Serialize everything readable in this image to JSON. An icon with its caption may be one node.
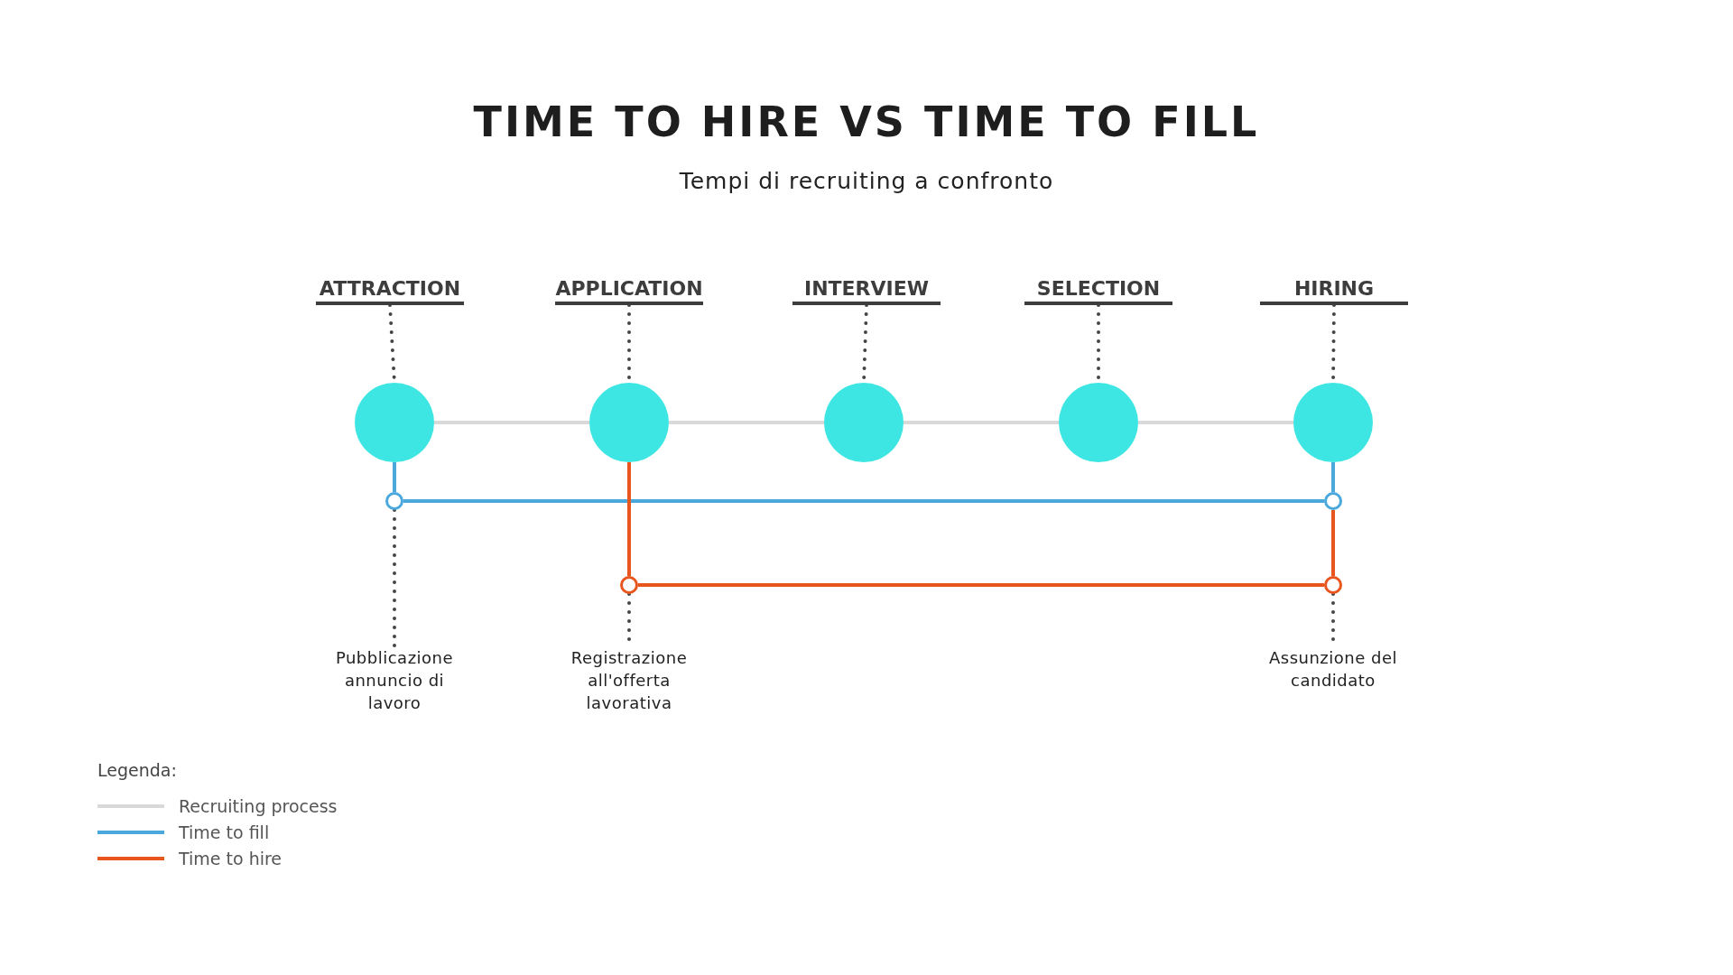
{
  "diagram": {
    "title": "TIME TO HIRE VS TIME TO FILL",
    "caption": "Tempi di recruiting a confronto",
    "nodes": [
      {
        "text": [
          "ATTRACTION"
        ]
      },
      {
        "text": [
          "APPLICATION"
        ]
      },
      {
        "text": [
          "INTERVIEW"
        ]
      },
      {
        "text": [
          "SELECTION"
        ]
      },
      {
        "text": [
          "HIRING"
        ]
      },
      {
        "text": [],
        "shape": "circle"
      },
      {
        "text": [],
        "shape": "circle"
      },
      {
        "text": [],
        "shape": "circle"
      },
      {
        "text": [],
        "shape": "circle"
      },
      {
        "text": [],
        "shape": "circle"
      },
      {
        "text": [],
        "shape": "circle"
      },
      {
        "text": [],
        "shape": "circle"
      },
      {
        "text": [],
        "shape": "circle"
      },
      {
        "text": [],
        "shape": "circle"
      },
      {
        "text": [
          "Pubblicazione annuncio di lavoro"
        ]
      },
      {
        "text": [
          "Registrazione all'offerta lavorativa"
        ]
      },
      {
        "text": [
          "Assunzione del candidato"
        ]
      }
    ],
    "edges": [
      {
        "from": 0,
        "to": 5,
        "arrow": "none",
        "style": "dashed"
      },
      {
        "from": 1,
        "to": 6,
        "arrow": "none",
        "style": "dashed"
      },
      {
        "from": 2,
        "to": 7,
        "arrow": "none",
        "style": "dashed"
      },
      {
        "from": 3,
        "to": 8,
        "arrow": "none",
        "style": "dashed"
      },
      {
        "from": 4,
        "to": 9,
        "arrow": "none",
        "style": "dashed"
      },
      {
        "from": 5,
        "to": 6,
        "arrow": "none",
        "color": "#d9d9d9"
      },
      {
        "from": 6,
        "to": 7,
        "arrow": "none",
        "color": "#d9d9d9"
      },
      {
        "from": 7,
        "to": 8,
        "arrow": "none",
        "color": "#d9d9d9"
      },
      {
        "from": 8,
        "to": 9,
        "arrow": "none",
        "color": "#d9d9d9"
      },
      {
        "from": 5,
        "to": 10,
        "arrow": "none",
        "color": "#4aa8dc"
      },
      {
        "from": 10,
        "to": 11,
        "arrow": "none",
        "color": "#4aa8dc"
      },
      {
        "from": 9,
        "to": 11,
        "arrow": "none",
        "color": "#4aa8dc"
      },
      {
        "from": 6,
        "to": 12,
        "arrow": "none",
        "color": "#e8561e"
      },
      {
        "from": 12,
        "to": 13,
        "arrow": "none",
        "color": "#e8561e"
      },
      {
        "from": 11,
        "to": 13,
        "arrow": "none",
        "color": "#e8561e"
      },
      {
        "from": 10,
        "to": 14,
        "arrow": "none",
        "style": "dashed"
      },
      {
        "from": 12,
        "to": 15,
        "arrow": "none",
        "style": "dashed"
      },
      {
        "from": 13,
        "to": 16,
        "arrow": "none",
        "style": "dashed"
      }
    ],
    "labels": [
      "Legenda:"
    ],
    "legend": [
      {
        "text": "Recruiting process",
        "color": "#d9d9d9"
      },
      {
        "text": "Time to fill",
        "color": "#4aa8dc"
      },
      {
        "text": "Time to hire",
        "color": "#e8561e"
      }
    ]
  }
}
